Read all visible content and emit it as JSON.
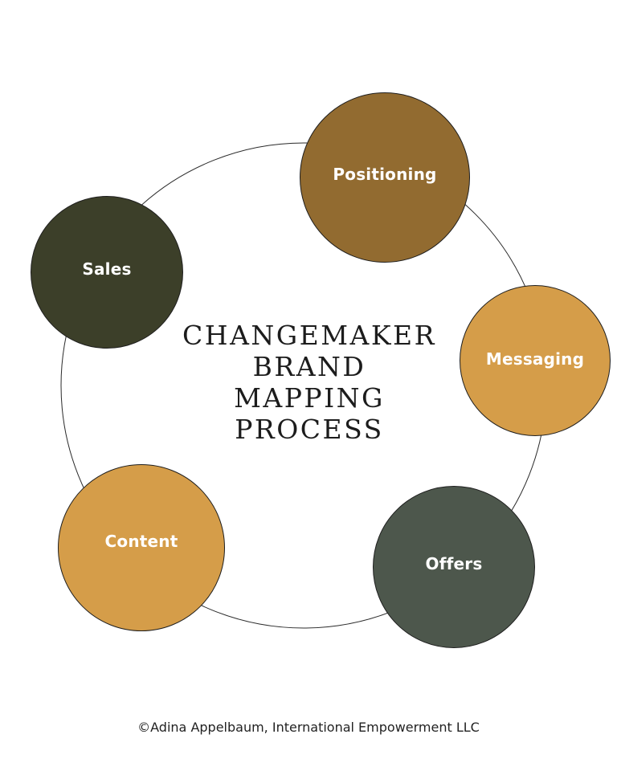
{
  "title": {
    "lines": [
      "CHANGEMAKER",
      "BRAND",
      "MAPPING",
      "PROCESS"
    ]
  },
  "nodes": [
    {
      "id": "positioning",
      "label": "Positioning",
      "color": "#926b30"
    },
    {
      "id": "messaging",
      "label": "Messaging",
      "color": "#d59d49"
    },
    {
      "id": "offers",
      "label": "Offers",
      "color": "#4d574c"
    },
    {
      "id": "content",
      "label": "Content",
      "color": "#d59d49"
    },
    {
      "id": "sales",
      "label": "Sales",
      "color": "#3c3f29"
    }
  ],
  "copyright": "©Adina Appelbaum, International Empowerment LLC"
}
